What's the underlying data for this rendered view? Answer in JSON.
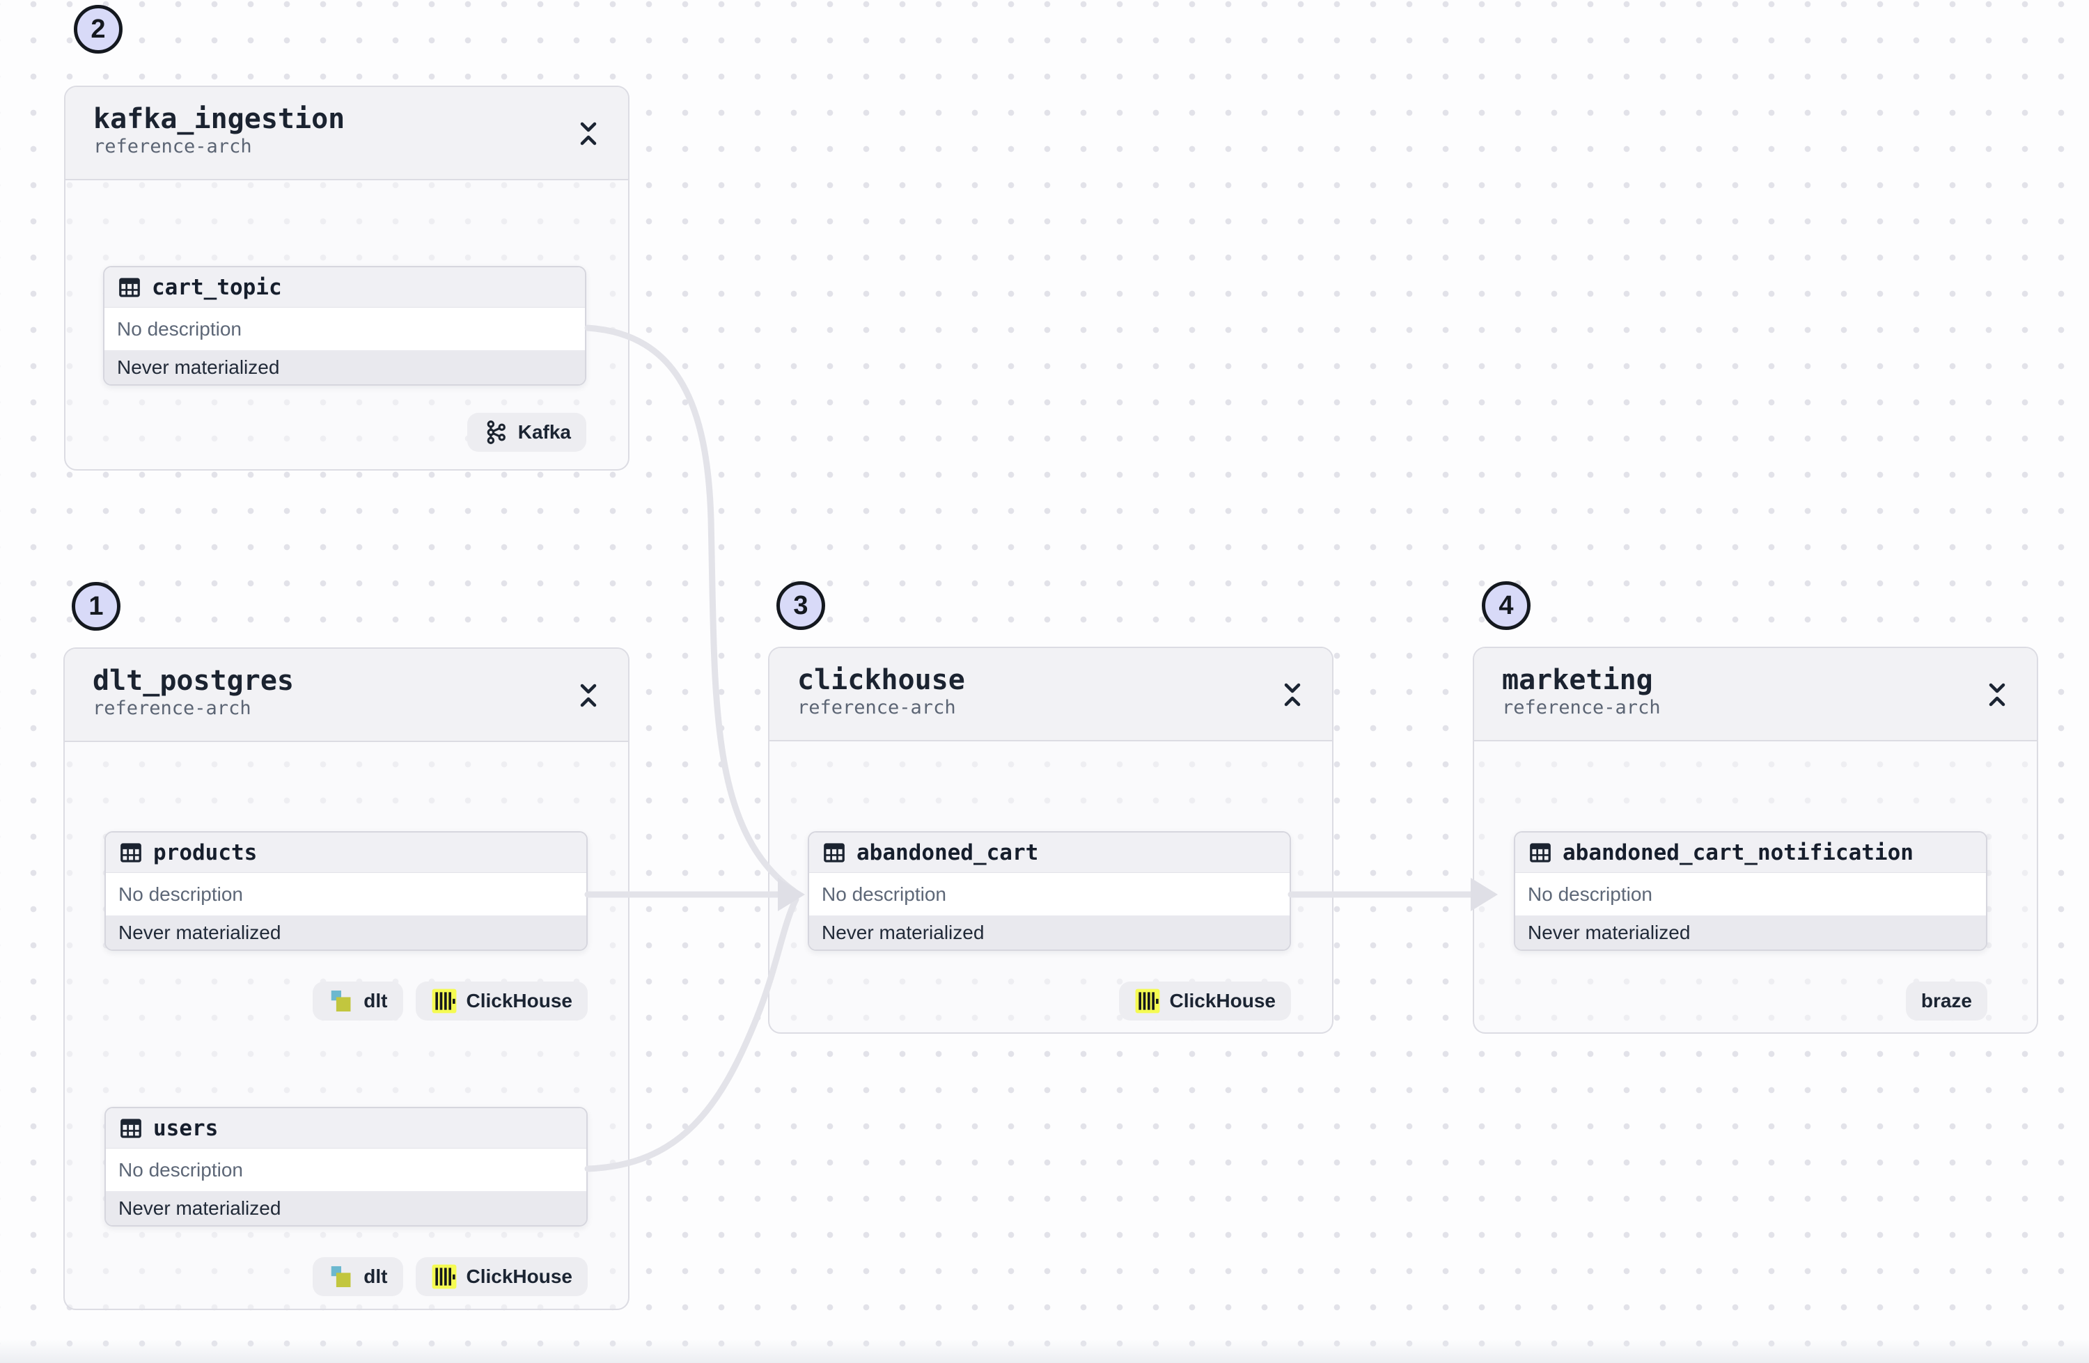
{
  "colors": {
    "edge": "#e3e3e9",
    "step_badge_bg": "#d8daf8",
    "step_badge_border": "#14181f",
    "clickhouse_yellow": "#f5fb52",
    "dlt_teal": "#6cb8cf",
    "dlt_olive": "#c2c63e",
    "ink": "#1b2330"
  },
  "groups": [
    {
      "step": "2",
      "title": "kafka_ingestion",
      "subtitle": "reference-arch",
      "assets": [
        {
          "name": "cart_topic",
          "description": "No description",
          "status": "Never materialized",
          "kinds": [
            {
              "label": "Kafka",
              "icon": "kafka-icon"
            }
          ]
        }
      ]
    },
    {
      "step": "1",
      "title": "dlt_postgres",
      "subtitle": "reference-arch",
      "assets": [
        {
          "name": "products",
          "description": "No description",
          "status": "Never materialized",
          "kinds": [
            {
              "label": "dlt",
              "icon": "dlt-icon"
            },
            {
              "label": "ClickHouse",
              "icon": "clickhouse-icon"
            }
          ]
        },
        {
          "name": "users",
          "description": "No description",
          "status": "Never materialized",
          "kinds": [
            {
              "label": "dlt",
              "icon": "dlt-icon"
            },
            {
              "label": "ClickHouse",
              "icon": "clickhouse-icon"
            }
          ]
        }
      ]
    },
    {
      "step": "3",
      "title": "clickhouse",
      "subtitle": "reference-arch",
      "assets": [
        {
          "name": "abandoned_cart",
          "description": "No description",
          "status": "Never materialized",
          "kinds": [
            {
              "label": "ClickHouse",
              "icon": "clickhouse-icon"
            }
          ]
        }
      ]
    },
    {
      "step": "4",
      "title": "marketing",
      "subtitle": "reference-arch",
      "assets": [
        {
          "name": "abandoned_cart_notification",
          "description": "No description",
          "status": "Never materialized",
          "kinds": [
            {
              "label": "braze",
              "icon": null
            }
          ]
        }
      ]
    }
  ]
}
